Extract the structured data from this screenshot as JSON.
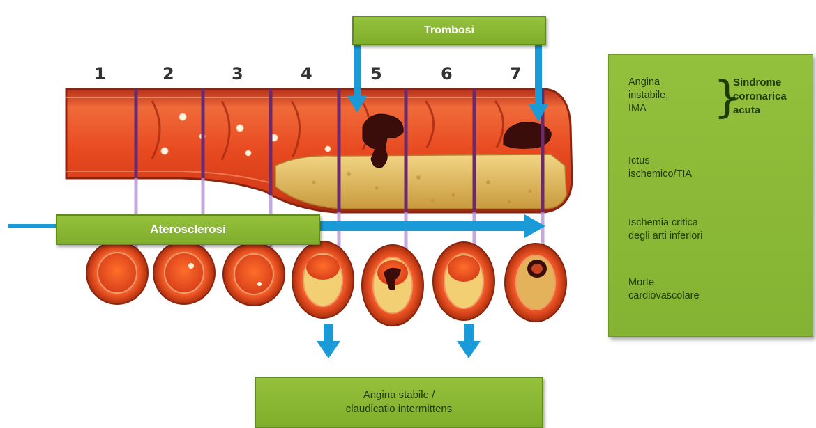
{
  "stages": [
    "1",
    "2",
    "3",
    "4",
    "5",
    "6",
    "7"
  ],
  "trombosi_label": "Trombosi",
  "aterosclerosi_label": "Aterosclerosi",
  "stable_box": {
    "line1": "Angina stabile /",
    "line2": "claudicatio intermittens"
  },
  "outcomes": {
    "angina_line1": "Angina",
    "angina_line2": "instabile,",
    "angina_line3": "IMA",
    "acs_line1": "Sindrome",
    "acs_line2": "coronarica",
    "acs_line3": "acuta",
    "ictus_line1": "Ictus",
    "ictus_line2": "ischemico/TIA",
    "ischemia_line1": "Ischemia critica",
    "ischemia_line2": "degli arti inferiori",
    "morte_line1": "Morte",
    "morte_line2": "cardiovascolare"
  },
  "colors": {
    "artery_red": "#e8451f",
    "plaque_yellow": "#e8c36a",
    "thrombus_dark": "#3a0d0a",
    "arrow_blue": "#1a9ad6",
    "label_green": "#8ab935"
  }
}
